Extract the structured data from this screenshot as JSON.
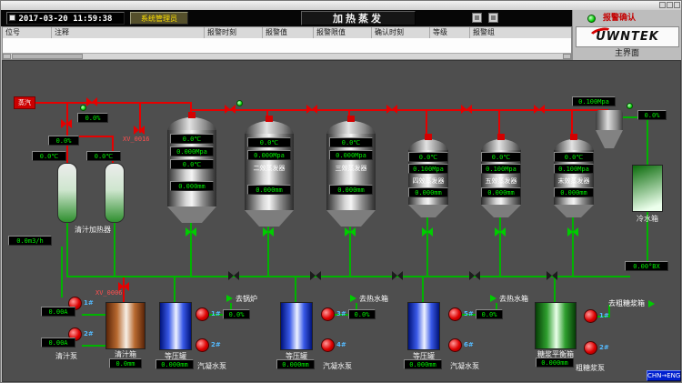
{
  "header": {
    "timestamp": "2017-03-20 11:59:38",
    "user_button": "系统管理员",
    "screen_title": "加热蒸发"
  },
  "alarm_table": {
    "columns": [
      "位号",
      "注释",
      "报警时刻",
      "报警值",
      "报警限值",
      "确认时刻",
      "等级",
      "报警组"
    ]
  },
  "right_panel": {
    "alarm_ack": "报警确认",
    "logo_text": "UWNTEK",
    "main_screen": "主界面"
  },
  "footer": {
    "lang_toggle": "CHN→ENG"
  },
  "scada": {
    "steam_source_label": "蒸汽",
    "xv_valve_top": "XV_0016",
    "xv_valve_bottom": "XV_0006",
    "top_left_pct": "0.0%",
    "mid_left_pct": "0.0%",
    "heater_temp_1": "0.0℃",
    "heater_temp_2": "0.0℃",
    "heater_label": "清汁加热器",
    "juice_flow": "0.0m3/h",
    "vessels": [
      {
        "label": "",
        "temp": "0.0℃",
        "pressure": "0.000Mpa",
        "temp2": "0.0℃",
        "level": "0.000mm"
      },
      {
        "label": "二效蒸发器",
        "temp": "0.0℃",
        "pressure": "0.000Mpa",
        "level": "0.000mm"
      },
      {
        "label": "三效蒸发器",
        "temp": "0.0℃",
        "pressure": "0.000Mpa",
        "level": "0.000mm"
      },
      {
        "label": "四效蒸发器",
        "temp": "0.0℃",
        "pressure": "0.100Mpa",
        "level": "0.000mm"
      },
      {
        "label": "五效蒸发器",
        "temp": "0.0℃",
        "pressure": "0.100Mpa",
        "level": "0.000mm"
      },
      {
        "label": "末效蒸发器",
        "temp": "0.0℃",
        "pressure": "0.100Mpa",
        "level": "0.000mm"
      }
    ],
    "separator_pressure": "0.100Mpa",
    "separator_out_pct": "0.0%",
    "cold_tank_label": "冷水箱",
    "brix": "0.00°BX",
    "juice_pumps": {
      "no1": "1#",
      "no2": "2#",
      "amp1": "0.00A",
      "amp2": "0.00A",
      "label": "清汁泵"
    },
    "juice_tank": {
      "label": "清汁箱",
      "level": "0.0mm"
    },
    "eq_tanks": [
      {
        "label": "等压罐",
        "level": "0.000mm"
      },
      {
        "label": "等压罐",
        "level": "0.000mm"
      },
      {
        "label": "等压罐",
        "level": "0.000mm"
      }
    ],
    "cond_pumps": [
      {
        "no1": "1#",
        "no2": "2#",
        "pct": "0.0%",
        "label": "汽凝水泵"
      },
      {
        "no1": "3#",
        "no2": "4#",
        "pct": "0.0%",
        "label": "汽凝水泵"
      },
      {
        "no1": "5#",
        "no2": "6#",
        "pct": "0.0%",
        "label": "汽凝水泵"
      }
    ],
    "syrup_tank": {
      "label": "糖浆平衡箱",
      "level": "0.000mm"
    },
    "syrup_pumps": {
      "no1": "1#",
      "no2": "2#",
      "label": "粗糖浆泵"
    },
    "dest_boiler": "去锅炉",
    "dest_hot_water_1": "去热水箱",
    "dest_hot_water_2": "去热水箱",
    "dest_raw_syrup": "去粗糖浆箱"
  }
}
